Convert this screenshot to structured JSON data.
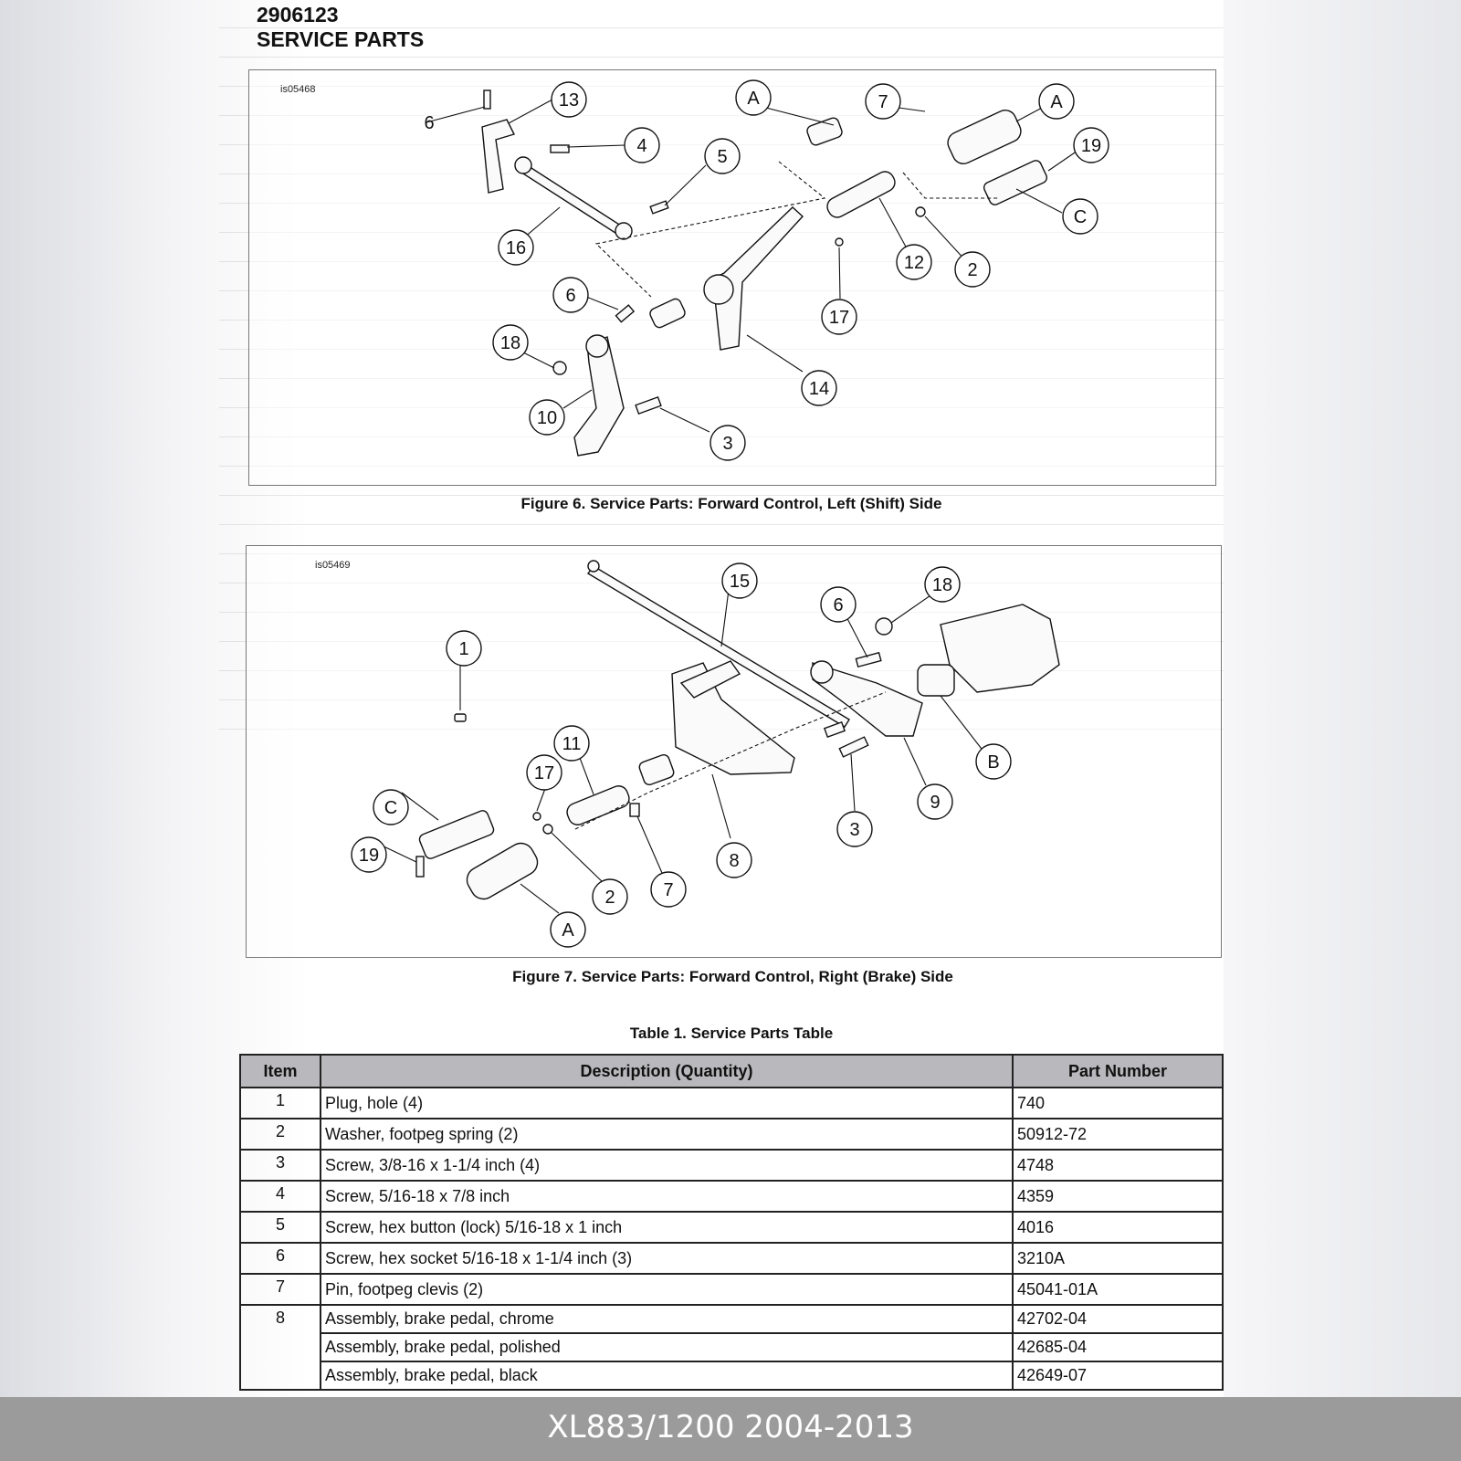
{
  "document": {
    "number": "2906123",
    "heading": "SERVICE PARTS"
  },
  "figure6": {
    "image_id": "is05468",
    "caption": "Figure 6. Service Parts: Forward Control, Left (Shift) Side",
    "callouts": [
      "13",
      "6",
      "4",
      "5",
      "A",
      "7",
      "A",
      "19",
      "C",
      "16",
      "12",
      "2",
      "17",
      "6",
      "18",
      "14",
      "10",
      "3"
    ]
  },
  "figure7": {
    "image_id": "is05469",
    "caption": "Figure 7. Service Parts: Forward Control, Right (Brake) Side",
    "callouts": [
      "15",
      "18",
      "6",
      "1",
      "B",
      "11",
      "17",
      "C",
      "9",
      "3",
      "19",
      "8",
      "2",
      "7",
      "A"
    ]
  },
  "table": {
    "title": "Table 1. Service Parts Table",
    "headers": {
      "item": "Item",
      "description": "Description (Quantity)",
      "part_number": "Part Number"
    },
    "rows": [
      {
        "item": "1",
        "description": "Plug, hole (4)",
        "part_number": "740"
      },
      {
        "item": "2",
        "description": "Washer, footpeg spring (2)",
        "part_number": "50912-72"
      },
      {
        "item": "3",
        "description": "Screw, 3/8-16 x 1-1/4 inch (4)",
        "part_number": "4748"
      },
      {
        "item": "4",
        "description": "Screw, 5/16-18 x 7/8 inch",
        "part_number": "4359"
      },
      {
        "item": "5",
        "description": "Screw, hex button (lock) 5/16-18 x 1 inch",
        "part_number": "4016"
      },
      {
        "item": "6",
        "description": "Screw, hex socket 5/16-18 x 1-1/4 inch (3)",
        "part_number": "3210A"
      },
      {
        "item": "7",
        "description": "Pin, footpeg clevis (2)",
        "part_number": "45041-01A"
      },
      {
        "item": "8",
        "description": "Assembly, brake pedal, chrome",
        "part_number": "42702-04"
      },
      {
        "item": "",
        "description": "Assembly, brake pedal, polished",
        "part_number": "42685-04"
      },
      {
        "item": "",
        "description": "Assembly, brake pedal, black",
        "part_number": "42649-07"
      }
    ]
  },
  "footer": {
    "text": "XL883/1200 2004-2013"
  }
}
